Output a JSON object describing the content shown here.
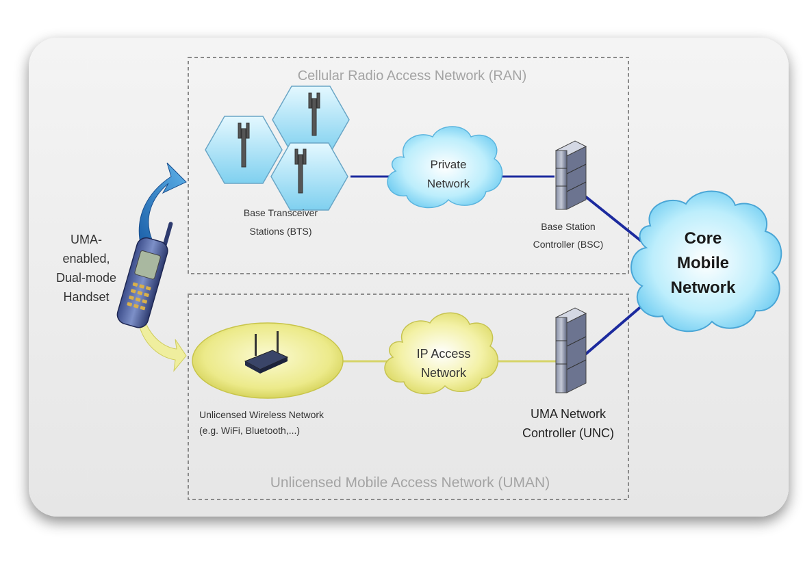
{
  "ran": {
    "title": "Cellular Radio Access Network (RAN)",
    "bts_line1": "Base Transceiver",
    "bts_line2": "Stations (BTS)",
    "private_line1": "Private",
    "private_line2": "Network",
    "bsc_line1": "Base Station",
    "bsc_line2": "Controller (BSC)"
  },
  "uman": {
    "title": "Unlicensed Mobile Access Network (UMAN)",
    "wireless_line1": "Unlicensed Wireless Network",
    "wireless_line2": "(e.g. WiFi, Bluetooth,...)",
    "ip_line1": "IP Access",
    "ip_line2": "Network",
    "unc_line1": "UMA Network",
    "unc_line2": "Controller (UNC)"
  },
  "handset": {
    "line1": "UMA-",
    "line2": "enabled,",
    "line3": "Dual-mode",
    "line4": "Handset"
  },
  "core": {
    "line1": "Core",
    "line2": "Mobile",
    "line3": "Network"
  },
  "colors": {
    "panel": "#ededed",
    "hex_fill": "#a8e2f6",
    "cloud_blue": "#b5ecfb",
    "cloud_yellow": "#f1ef9c",
    "ellipse_yellow": "#e8e67a",
    "link_blue": "#1c2a9e",
    "link_yellow": "#d6d468",
    "arrow_blue": "#2e86c9",
    "arrow_yellow": "#e6e49a",
    "dashed_border": "#888888"
  },
  "icons": [
    "cell-tower-icon",
    "wifi-router-icon",
    "server-rack-icon",
    "mobile-phone-icon"
  ]
}
